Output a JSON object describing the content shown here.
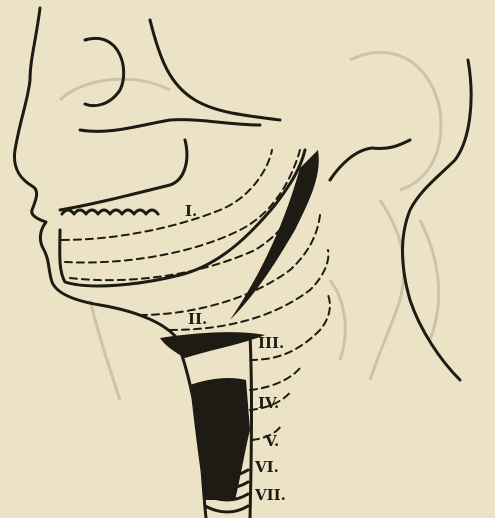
{
  "figure": {
    "labels": [
      "I.",
      "II.",
      "III.",
      "IV.",
      "V.",
      "VI.",
      "VII."
    ],
    "colors": {
      "paper": "#ece3c6",
      "ink": "#1e1a14",
      "ghost": "#cdc4a7"
    }
  }
}
